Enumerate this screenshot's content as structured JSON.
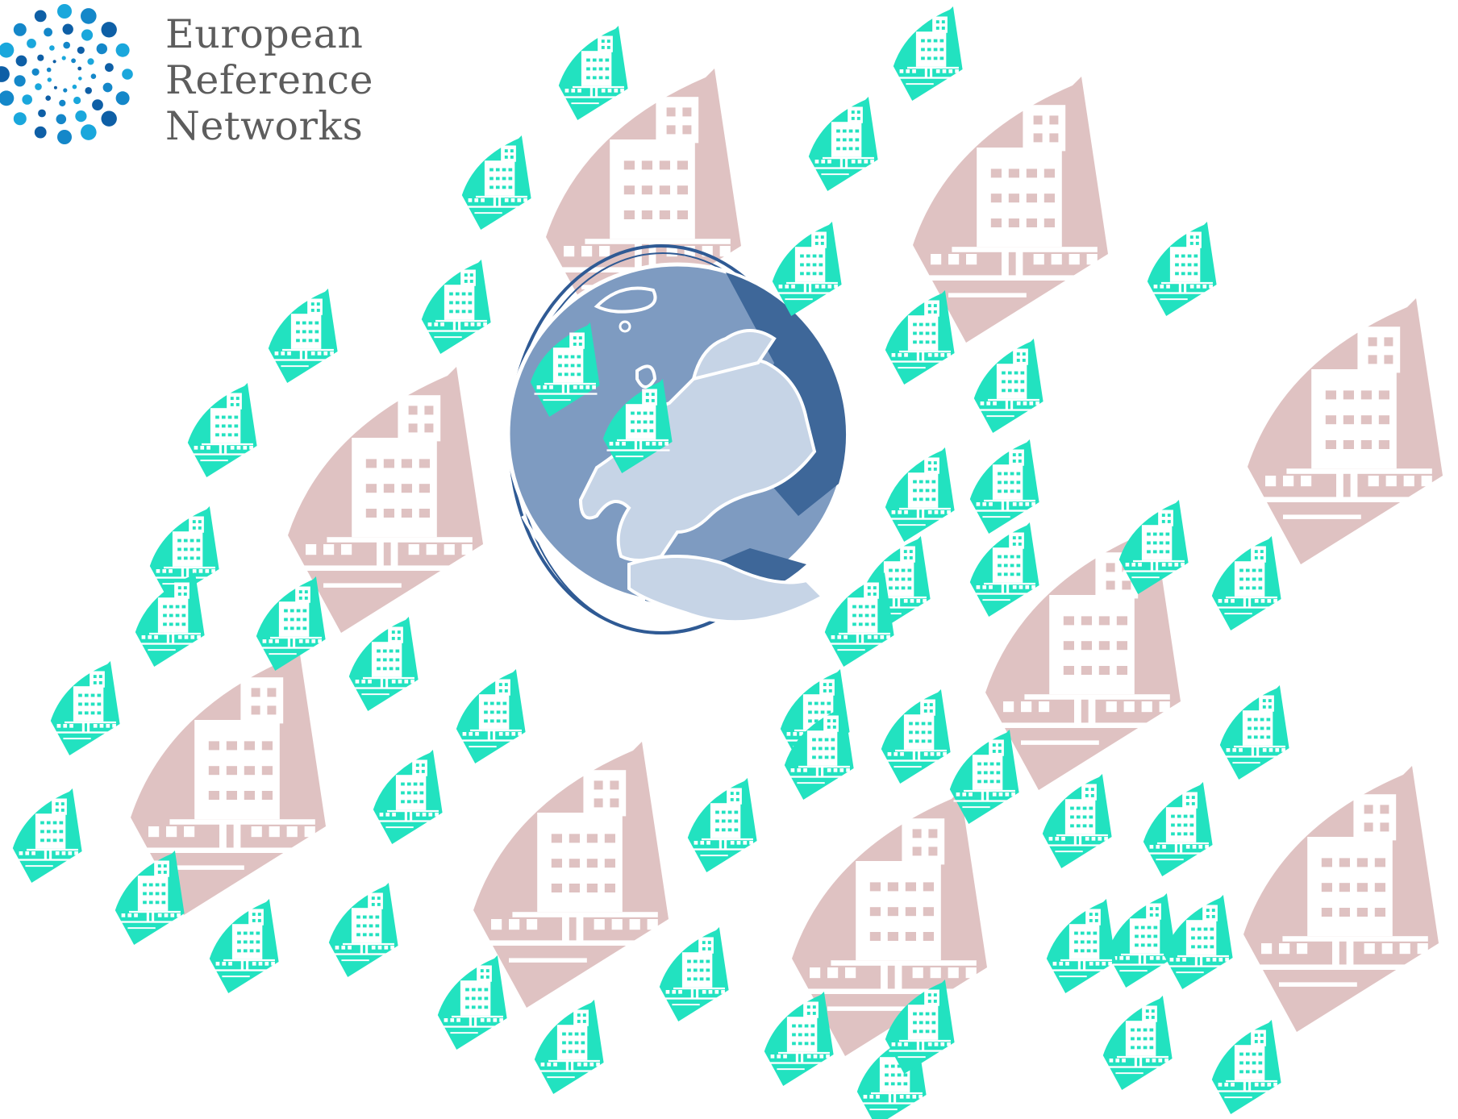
{
  "logo": {
    "lines": [
      "European",
      "Reference",
      "Networks"
    ],
    "dot_colors": [
      "#1aa7dc",
      "#1487c9",
      "#0e5fa6"
    ]
  },
  "illustration": {
    "background": "#ffffff",
    "globe": {
      "ocean_dark": "#3e6799",
      "ocean_light": "#7e9bc1",
      "land": "#c6d4e6",
      "outline": "#ffffff",
      "ring": "#2f5a94"
    },
    "large_hospital_color": "#dfc2c2",
    "small_hospital_color": "#22e2c0",
    "icon_name": "hospital-building-icon"
  }
}
